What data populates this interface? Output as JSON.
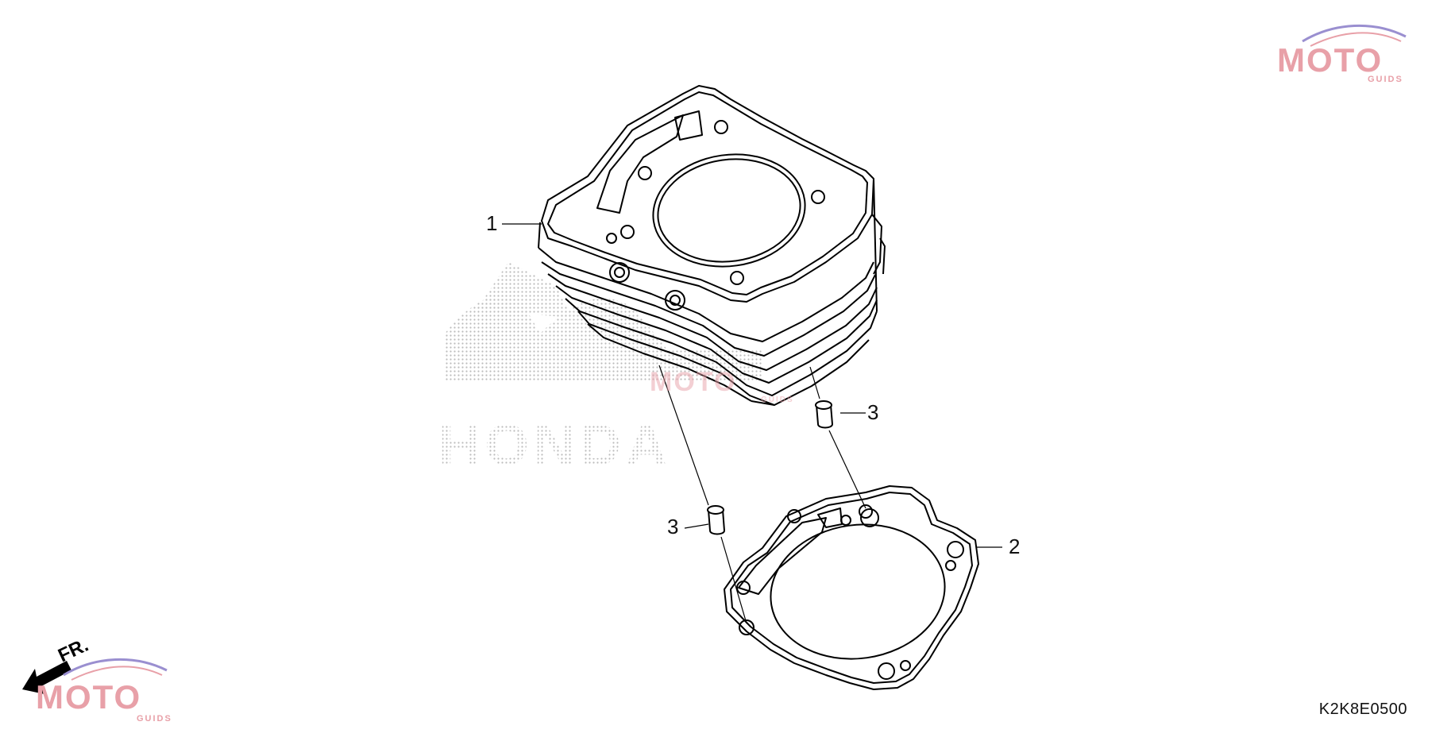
{
  "callouts": {
    "cylinder": "1",
    "gasket": "2",
    "dowel_upper": "3",
    "dowel_lower": "3"
  },
  "direction_label": "FR.",
  "diagram_code": "K2K8E0500",
  "watermark": {
    "brand_text": "HONDA",
    "logo_text": "MOTO",
    "logo_sub": "GUIDS"
  },
  "colors": {
    "line": "#000000",
    "watermark_pink": "#e8a0a8",
    "watermark_purple": "#9a8fd0",
    "honda_stipple": "#c8c8c8"
  }
}
